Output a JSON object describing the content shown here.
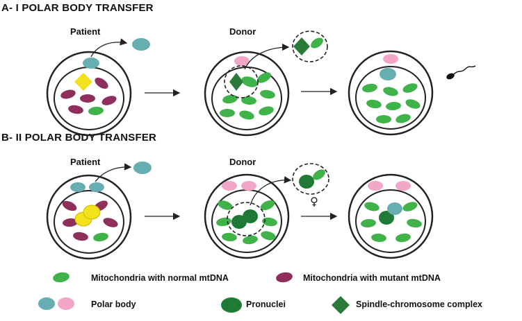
{
  "sections": {
    "a_title": "A- I POLAR BODY TRANSFER",
    "b_title": "B- II POLAR BODY TRANSFER"
  },
  "labels": {
    "patient": "Patient",
    "donor": "Donor",
    "female_symbol": "♀"
  },
  "legend": {
    "normal_mito": "Mitochondria with normal mtDNA",
    "mutant_mito": "Mitochondria with mutant mtDNA",
    "polar_body": "Polar body",
    "pronuclei": "Pronuclei",
    "spindle": "Spindle-chromosome complex"
  },
  "colors": {
    "normal_mito": "#3fb34a",
    "mutant_mito": "#8e2f5c",
    "polar_body_teal": "#66aeb2",
    "polar_body_pink": "#f2a6c8",
    "pronuclei": "#1e7a35",
    "spindle": "#2a7a3a",
    "patient_nucleus": "#f2e21b"
  }
}
